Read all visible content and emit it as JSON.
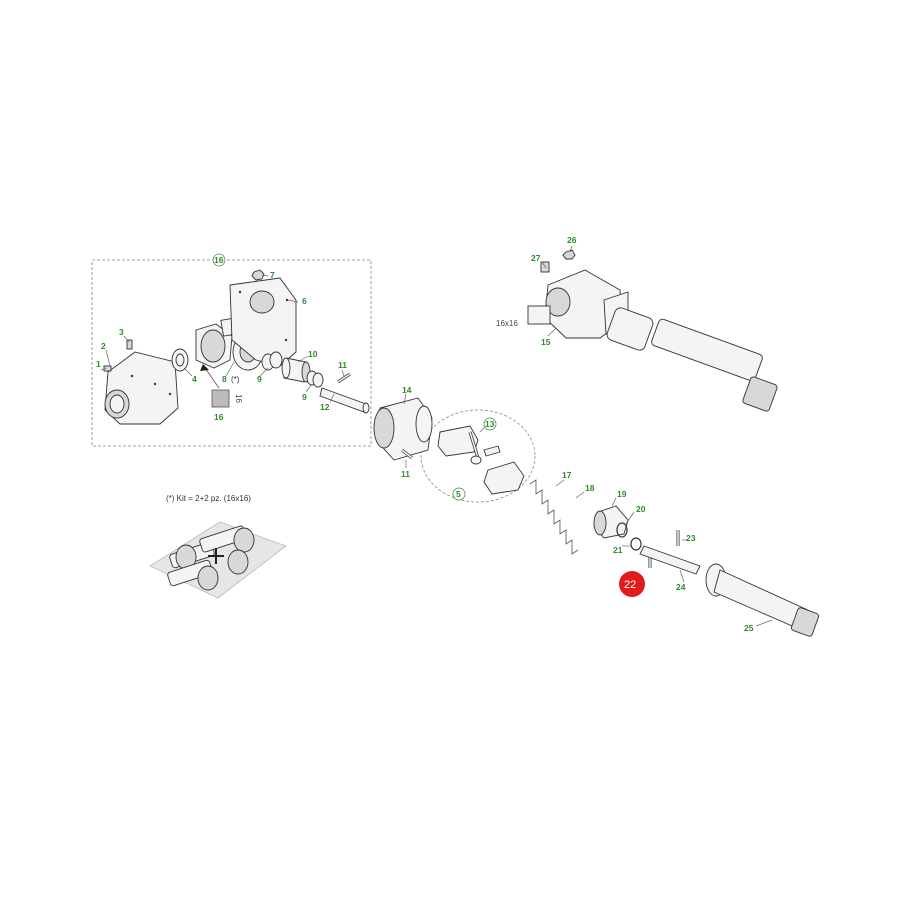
{
  "diagram": {
    "kit_note": "(*) Kit = 2+2 pz. (16x16)",
    "shaft_size_label": "16x16",
    "star_label": "(*)",
    "callout_box_number": "16",
    "highlighted_part": "22",
    "labels": {
      "p1": "1",
      "p2": "2",
      "p3": "3",
      "p4": "4",
      "p6": "6",
      "p7": "7",
      "p8": "8",
      "p9a": "9",
      "p9b": "9",
      "p10": "10",
      "p11a": "11",
      "p11b": "11",
      "p12": "12",
      "p13": "13",
      "p14": "14",
      "p15": "15",
      "p16a": "16",
      "p16b": "16",
      "p17": "17",
      "p18": "18",
      "p19": "19",
      "p20": "20",
      "p21": "21",
      "p23": "23",
      "p24": "24",
      "p25": "25",
      "p26": "26",
      "p27": "27",
      "p5": "5",
      "p16c": "16"
    },
    "colors": {
      "label_green": "#2e8b2e",
      "highlight_red": "#e31b1b"
    }
  }
}
